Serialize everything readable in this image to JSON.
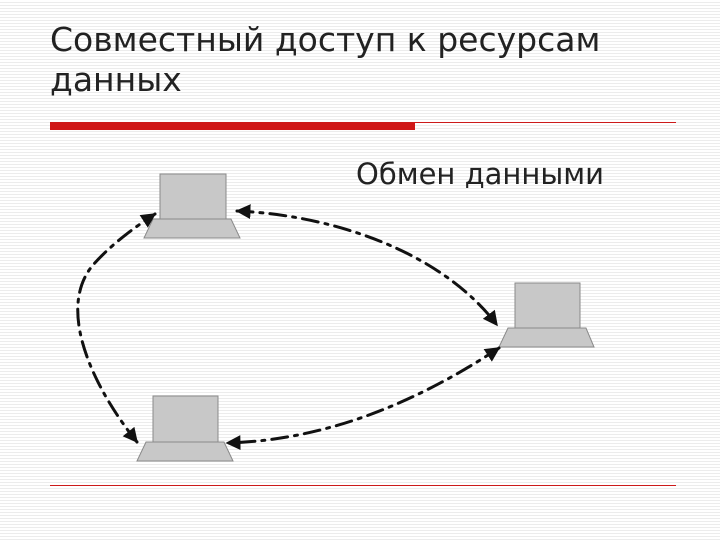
{
  "slide": {
    "title": "Совместный доступ к ресурсам данных",
    "caption": "Обмен данными"
  },
  "diagram": {
    "nodes": [
      "computer",
      "computer",
      "computer"
    ],
    "connections": [
      {
        "between": [
          "top-left computer",
          "right computer"
        ],
        "style": "dash-dot",
        "arrows": "both"
      },
      {
        "between": [
          "right computer",
          "bottom computer"
        ],
        "style": "dash-dot",
        "arrows": "both"
      },
      {
        "between": [
          "bottom computer",
          "top-left computer"
        ],
        "style": "dash-dot",
        "arrows": "both"
      }
    ]
  },
  "colors": {
    "accent": "#d01818",
    "monitor_fill": "#c8c8c8",
    "monitor_stroke": "#8a8a8a",
    "arrow": "#111111",
    "text": "#222222"
  }
}
